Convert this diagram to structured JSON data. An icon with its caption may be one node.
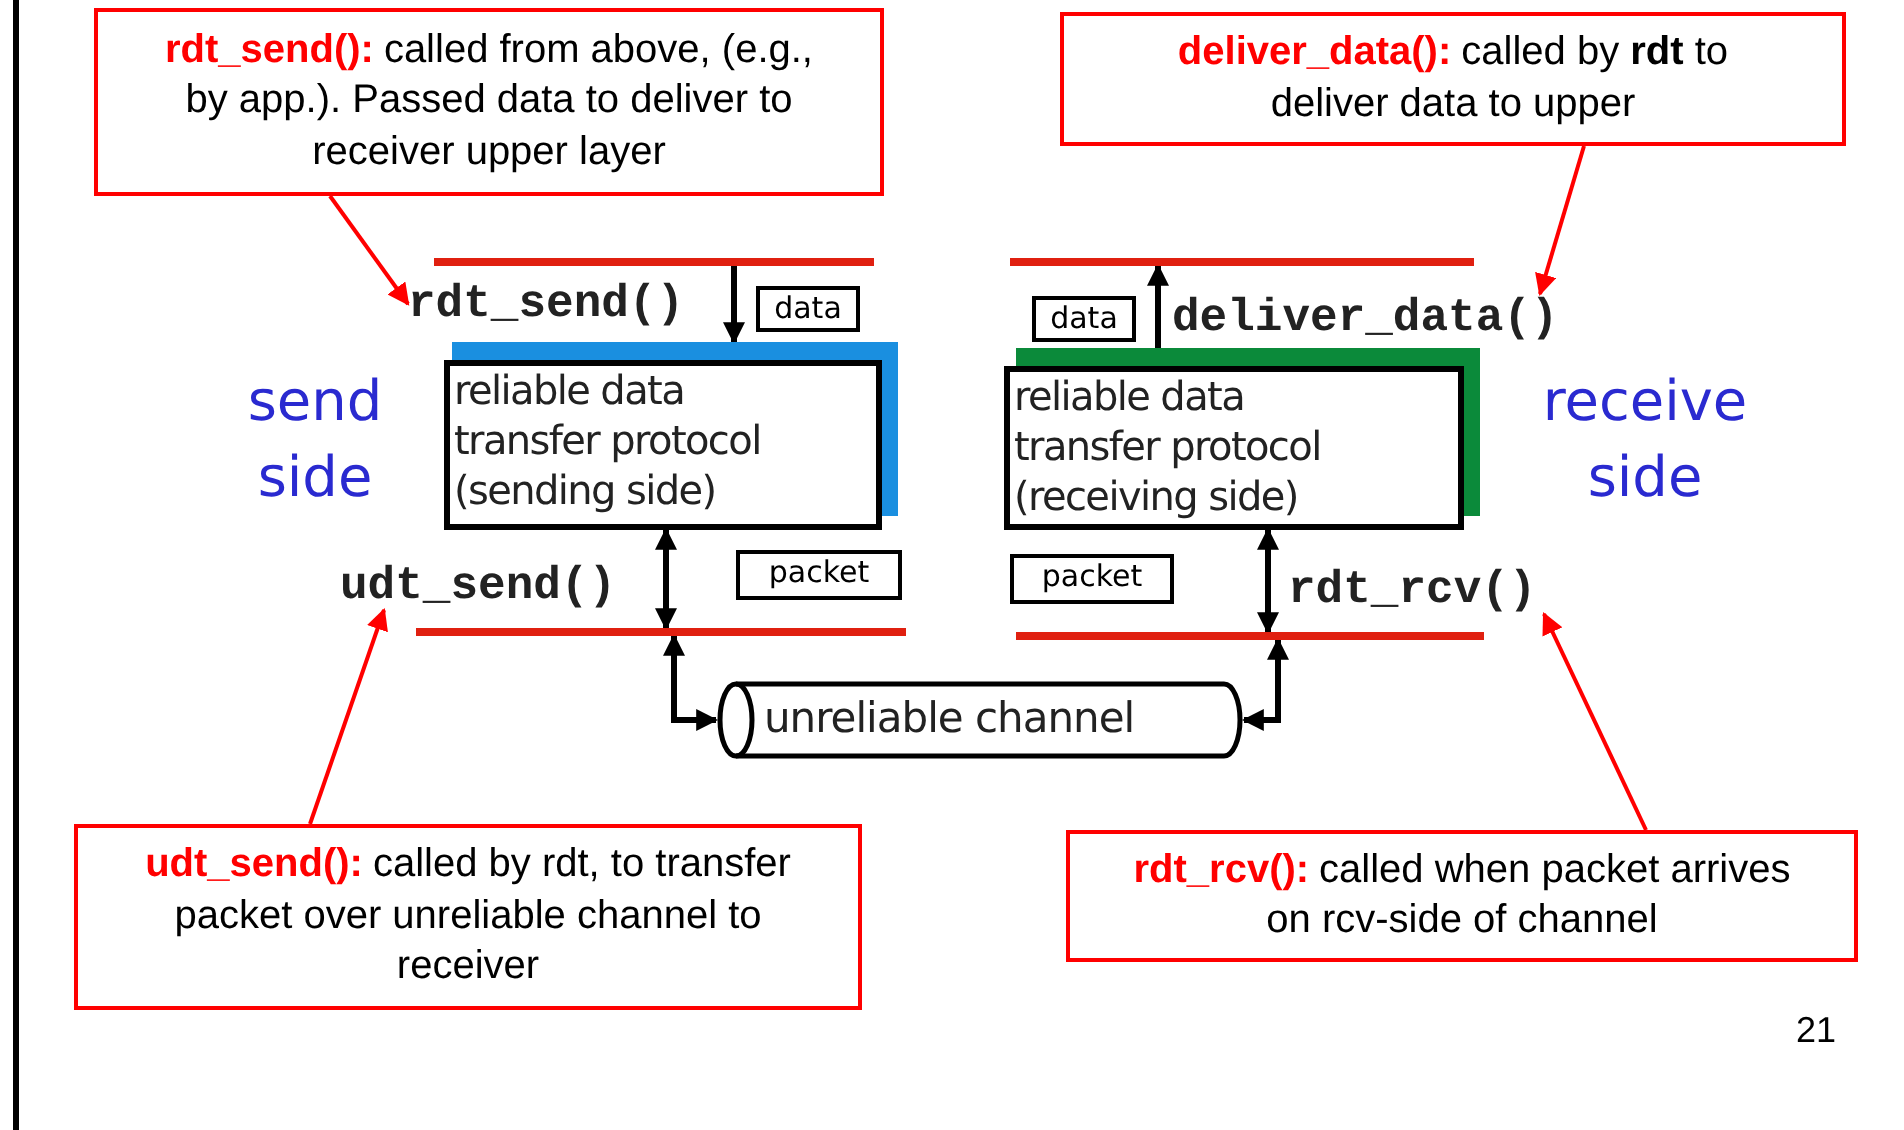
{
  "diagram": {
    "nodes": [
      {
        "text": [
          "rdt_send():",
          "called from above, (e.g., by app.). Passed data to deliver to receiver upper layer"
        ]
      },
      {
        "text": [
          "deliver_data():",
          "called by **rdt** to deliver data to upper"
        ]
      },
      {
        "text": [
          "rdt_send()"
        ]
      },
      {
        "text": [
          "data"
        ]
      },
      {
        "text": [
          "data"
        ]
      },
      {
        "text": [
          "deliver_data()"
        ]
      },
      {
        "text": [
          "reliable data transfer protocol (sending side)"
        ]
      },
      {
        "text": [
          "reliable data transfer protocol (receiving side)"
        ]
      },
      {
        "text": [
          "udt_send()"
        ]
      },
      {
        "text": [
          "packet"
        ]
      },
      {
        "text": [
          "packet"
        ]
      },
      {
        "text": [
          "rdt_rcv()"
        ]
      },
      {
        "text": [
          "unreliable channel"
        ]
      },
      {
        "text": [
          "udt_send():",
          "called by rdt, to transfer packet over unreliable channel to receiver"
        ]
      },
      {
        "text": [
          "rdt_rcv():",
          "called when packet arrives on rcv-side of channel"
        ]
      },
      {
        "text": [],
        "shape": "bar"
      },
      {
        "text": [],
        "shape": "bar"
      },
      {
        "text": [],
        "shape": "bar"
      },
      {
        "text": [],
        "shape": "bar"
      }
    ],
    "edges": [
      {
        "from": 0,
        "to": 2,
        "arrow": "to",
        "color": "#ff0000"
      },
      {
        "from": 1,
        "to": 5,
        "arrow": "to",
        "color": "#ff0000"
      },
      {
        "from": 13,
        "to": 8,
        "arrow": "to",
        "color": "#ff0000"
      },
      {
        "from": 14,
        "to": 11,
        "arrow": "to",
        "color": "#ff0000"
      },
      {
        "from": 15,
        "to": 6,
        "arrow": "to"
      },
      {
        "from": 7,
        "to": 16,
        "arrow": "to"
      },
      {
        "from": 6,
        "to": 17,
        "arrow": "both"
      },
      {
        "from": 7,
        "to": 18,
        "arrow": "both"
      },
      {
        "from": 12,
        "to": 17,
        "arrow": "both"
      },
      {
        "from": 12,
        "to": 18,
        "arrow": "both"
      }
    ],
    "labels": [
      "send side",
      "receive side",
      "21"
    ]
  }
}
